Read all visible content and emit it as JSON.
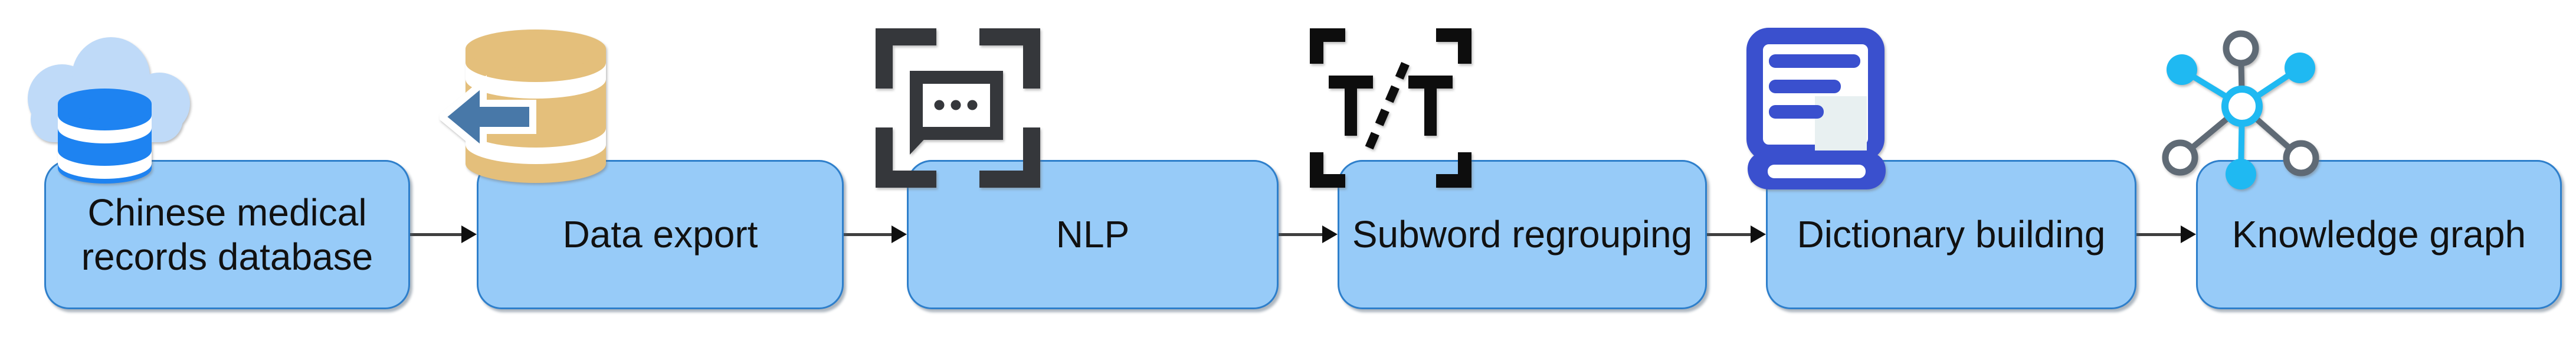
{
  "diagram": {
    "type": "flowchart",
    "flow_direction": "left-to-right",
    "steps": [
      {
        "label": "Chinese medical records database",
        "icon": "cloud-database-icon"
      },
      {
        "label": "Data export",
        "icon": "database-export-icon"
      },
      {
        "label": "NLP",
        "icon": "speech-bubble-scan-icon"
      },
      {
        "label": "Subword regrouping",
        "icon": "text-split-scan-icon"
      },
      {
        "label": "Dictionary building",
        "icon": "dictionary-book-icon"
      },
      {
        "label": "Knowledge graph",
        "icon": "network-graph-icon"
      }
    ],
    "connections": [
      {
        "from": "Chinese medical records database",
        "to": "Data export"
      },
      {
        "from": "Data export",
        "to": "NLP"
      },
      {
        "from": "NLP",
        "to": "Subword regrouping"
      },
      {
        "from": "Subword regrouping",
        "to": "Dictionary building"
      },
      {
        "from": "Dictionary building",
        "to": "Knowledge graph"
      }
    ],
    "colors": {
      "background": "#FFFFFF",
      "box-fill": "#97CBF8",
      "box-border": "#2E7FCB",
      "label-text": "#111111",
      "arrow-line": "#3F3F3F",
      "arrow-head": "#0F0F0F",
      "cloud-blue": "#BFDAF8",
      "db-blue": "#1E83F1",
      "export-tan": "#E4BF7B",
      "export-arrow-blue": "#4878A8",
      "nlp-dark": "#35373B",
      "tt-black": "#0D0D0D",
      "book-blue": "#3A50CE",
      "graph-cyan": "#1FB9F2",
      "graph-gray": "#5F6A75"
    }
  }
}
